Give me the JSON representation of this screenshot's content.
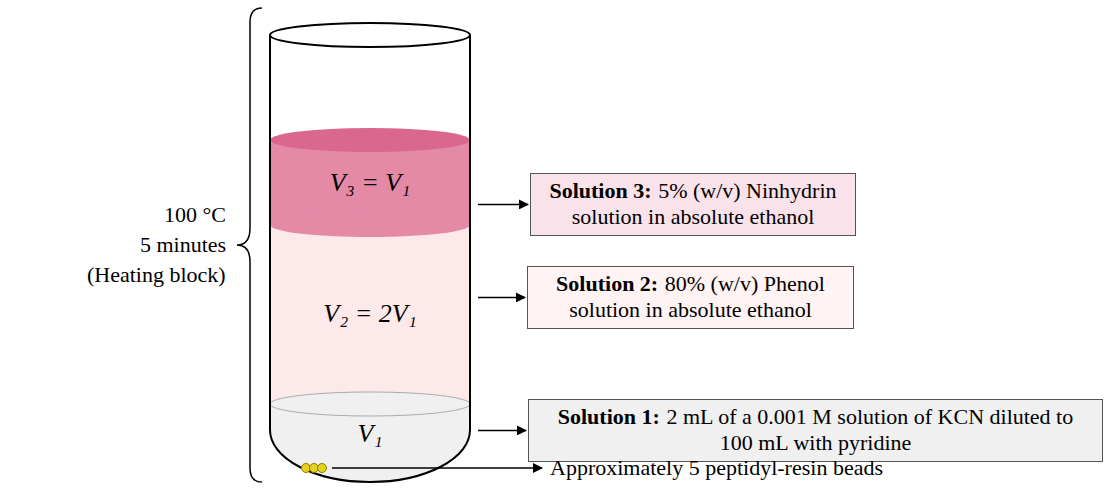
{
  "diagram": {
    "nodes": [
      {
        "text": [
          "V₃ = V₁"
        ]
      },
      {
        "text": [
          "Solution 3:",
          "5% (w/v) Ninhydrin solution in absolute ethanol"
        ]
      },
      {
        "text": [
          "V₂ = 2V₁"
        ]
      },
      {
        "text": [
          "Solution 2:",
          "80% (w/v) Phenol solution in absolute ethanol"
        ]
      },
      {
        "text": [
          "V₁"
        ]
      },
      {
        "text": [
          "Solution 1:",
          "2 mL of a 0.001 M solution of KCN diluted to 100 mL with pyridine"
        ]
      }
    ],
    "edges": [
      {
        "from": 0,
        "to": 1,
        "arrow": "to"
      },
      {
        "from": 2,
        "to": 3,
        "arrow": "to"
      },
      {
        "from": 4,
        "to": 5,
        "arrow": "to"
      }
    ],
    "labels": [
      "100 °C",
      "5 minutes",
      "(Heating block)",
      "Approximately 5 peptidyl-resin beads"
    ]
  }
}
